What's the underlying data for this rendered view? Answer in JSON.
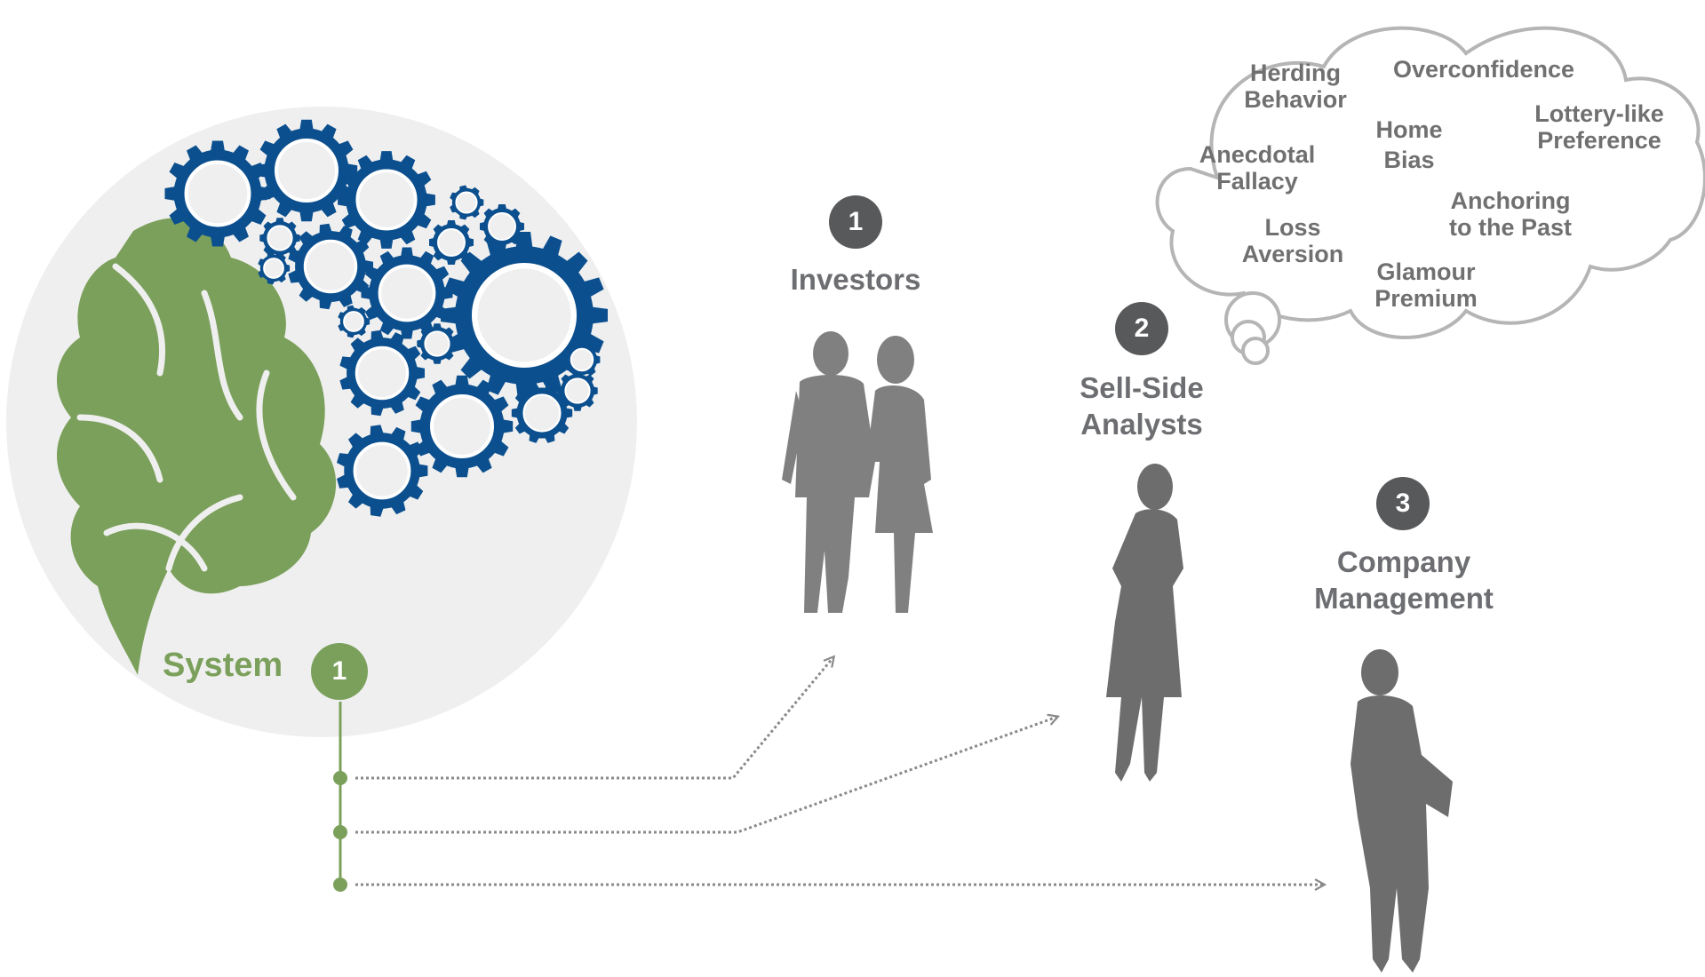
{
  "system": {
    "label": "System",
    "badge": "1"
  },
  "actors": [
    {
      "badge": "1",
      "label": "Investors"
    },
    {
      "badge": "2",
      "label_line1": "Sell-Side",
      "label_line2": "Analysts"
    },
    {
      "badge": "3",
      "label_line1": "Company",
      "label_line2": "Management"
    }
  ],
  "biases": [
    {
      "line1": "Herding",
      "line2": "Behavior"
    },
    {
      "line1": "Overconfidence"
    },
    {
      "line1": "Lottery-like",
      "line2": "Preference"
    },
    {
      "line1": "Home",
      "line2": "Bias"
    },
    {
      "line1": "Anecdotal",
      "line2": "Fallacy"
    },
    {
      "line1": "Anchoring",
      "line2": "to the Past"
    },
    {
      "line1": "Loss",
      "line2": "Aversion"
    },
    {
      "line1": "Glamour",
      "line2": "Premium"
    }
  ],
  "colors": {
    "green": "#7ba05b",
    "blue": "#0b4f8e",
    "gray": "#6d6e71",
    "silhouette": "#7d7d7d",
    "circle_bg": "#efefef"
  },
  "icons": [
    "brain-gears-icon",
    "couple-silhouette-icon",
    "woman-silhouette-icon",
    "man-silhouette-icon",
    "thought-cloud-icon"
  ]
}
